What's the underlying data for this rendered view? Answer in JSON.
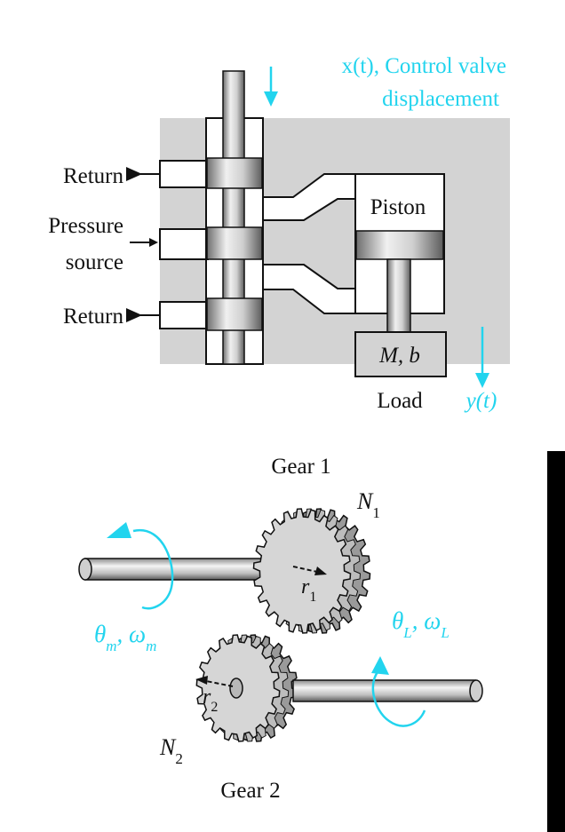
{
  "valve": {
    "x_label": "x(t), Control valve",
    "x_label_line2": "displacement",
    "return_top": "Return",
    "pressure_line1": "Pressure",
    "pressure_line2": "source",
    "return_bottom": "Return",
    "piston": "Piston",
    "load_mass": "M, b",
    "load": "Load",
    "y_label": "y(t)"
  },
  "gears": {
    "gear1": "Gear 1",
    "gear2": "Gear 2",
    "n1": "N",
    "n1_sub": "1",
    "n2": "N",
    "n2_sub": "2",
    "r1": "r",
    "r1_sub": "1",
    "r2": "r",
    "r2_sub": "2",
    "theta_m": "θ",
    "theta_m_sub": "m",
    "omega_m": ", ω",
    "omega_m_sub": "m",
    "theta_l": "θ",
    "theta_l_sub": "L",
    "omega_l": ", ω",
    "omega_l_sub": "L"
  },
  "colors": {
    "accent": "#22d4ee",
    "housing": "#d3d3d3",
    "black_bar": "#000000"
  }
}
